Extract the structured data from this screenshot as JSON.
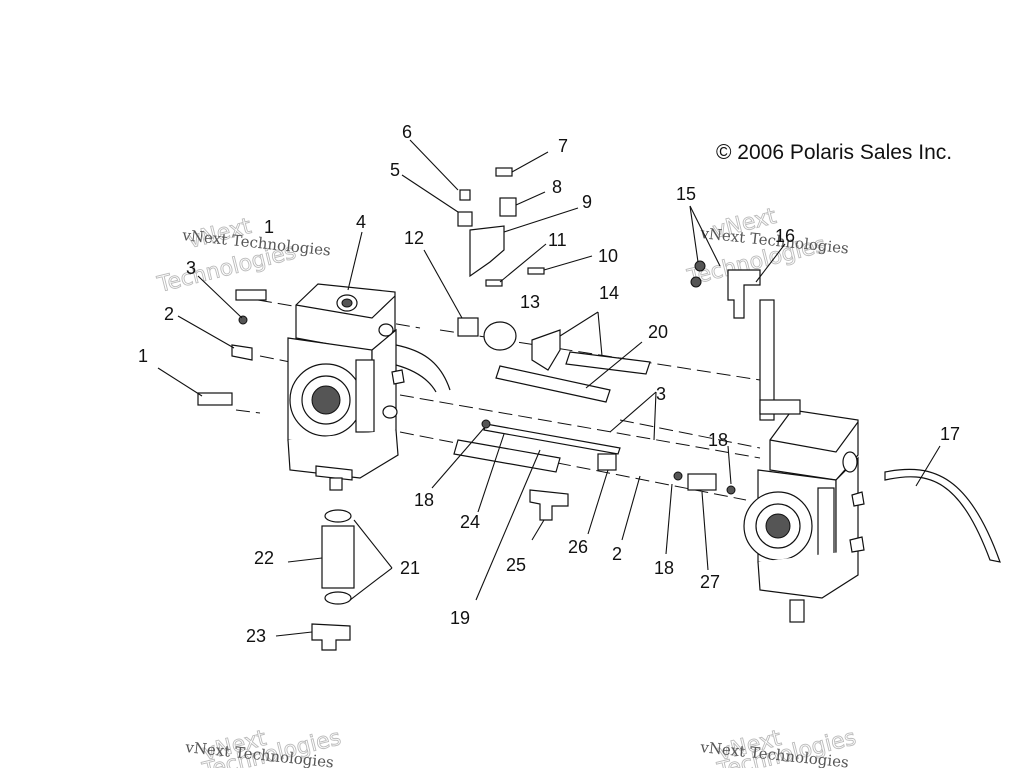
{
  "copyright": "© 2006 Polaris Sales Inc.",
  "callouts": [
    "6",
    "7",
    "5",
    "8",
    "9",
    "4",
    "1",
    "12",
    "11",
    "10",
    "3",
    "14",
    "13",
    "2",
    "20",
    "1",
    "3",
    "15",
    "16",
    "17",
    "18",
    "18",
    "24",
    "26",
    "2",
    "25",
    "18",
    "27",
    "22",
    "21",
    "19",
    "23"
  ],
  "watermarks": [
    {
      "logo": "vNext",
      "brand": "Technologies",
      "caption": "vNext Technologies"
    },
    {
      "logo": "vNext",
      "brand": "Technologies",
      "caption": "vNext Technologies"
    },
    {
      "logo": "vNext",
      "brand": "Technologies",
      "caption": "vNext Technologies"
    },
    {
      "logo": "vNext",
      "brand": "Technologies",
      "caption": "vNext Technologies"
    }
  ]
}
